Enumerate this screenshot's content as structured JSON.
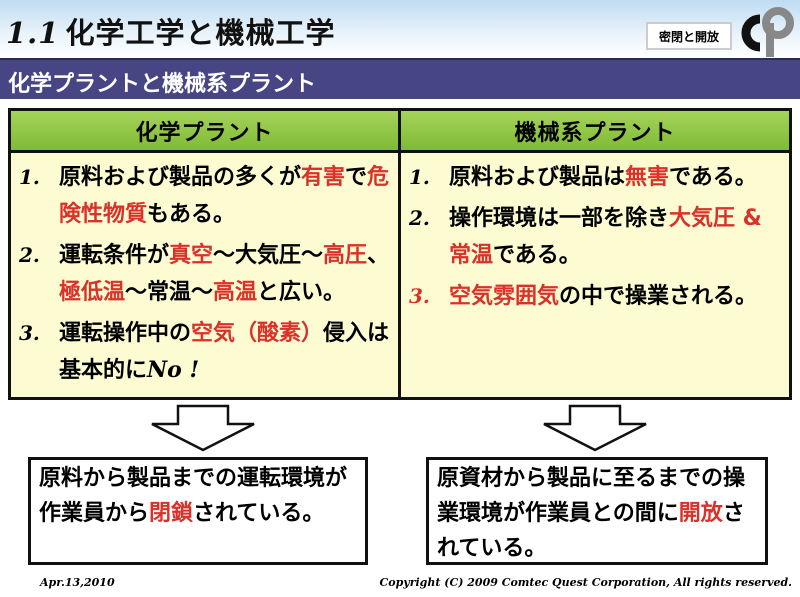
{
  "header": {
    "number": "1.1",
    "title": "化学工学と機械工学",
    "badge": "密閉と開放"
  },
  "section_title": "化学プラントと機械系プラント",
  "colors": {
    "accent_red": "#d8322a",
    "bar": "#474583",
    "table_header": "#8dc63f",
    "table_bg": "#fdfbd2"
  },
  "left": {
    "heading": "化学プラント",
    "items": [
      {
        "num": "1.",
        "segments": [
          {
            "t": "原料および製品の多くが"
          },
          {
            "t": "有害",
            "r": true
          },
          {
            "t": "で"
          },
          {
            "t": "危険性物質",
            "r": true
          },
          {
            "t": "もある。"
          }
        ]
      },
      {
        "num": "2.",
        "segments": [
          {
            "t": "運転条件が"
          },
          {
            "t": "真空",
            "r": true
          },
          {
            "t": "～大気圧～"
          },
          {
            "t": "高圧",
            "r": true
          },
          {
            "t": "、"
          },
          {
            "t": "極低温",
            "r": true
          },
          {
            "t": "～常温～"
          },
          {
            "t": "高温",
            "r": true
          },
          {
            "t": "と広い。"
          }
        ]
      },
      {
        "num": "3.",
        "segments": [
          {
            "t": "運転操作中の"
          },
          {
            "t": "空気（酸素）",
            "r": true
          },
          {
            "t": "侵入は基本的に"
          },
          {
            "t": "No !",
            "i": true
          }
        ]
      }
    ],
    "conclusion": [
      {
        "t": "原料から製品までの運転環境が作業員から"
      },
      {
        "t": "閉鎖",
        "r": true
      },
      {
        "t": "されている。"
      }
    ]
  },
  "right": {
    "heading": "機械系プラント",
    "items": [
      {
        "num": "1.",
        "segments": [
          {
            "t": "原料および製品は"
          },
          {
            "t": "無害",
            "r": true
          },
          {
            "t": "である。"
          }
        ]
      },
      {
        "num": "2.",
        "segments": [
          {
            "t": "操作環境は一部を除き"
          },
          {
            "t": "大気圧 & 常温",
            "r": true
          },
          {
            "t": "である。"
          }
        ]
      },
      {
        "num": "3.",
        "num_red": true,
        "segments": [
          {
            "t": "空気雰囲気",
            "r": true
          },
          {
            "t": "の中で操業される。"
          }
        ]
      }
    ],
    "conclusion": [
      {
        "t": "原資材から製品に至るまでの操業環境が作業員との間に"
      },
      {
        "t": "開放",
        "r": true
      },
      {
        "t": "されている。"
      }
    ]
  },
  "footer": {
    "date": "Apr.13,2010",
    "copyright": "Copyright (C) 2009 Comtec Quest Corporation, All rights reserved."
  }
}
